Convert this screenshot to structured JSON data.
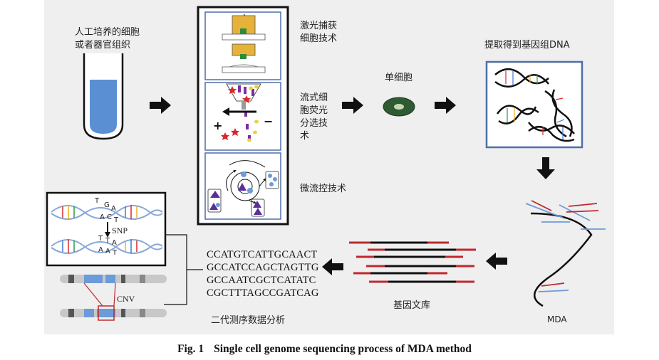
{
  "stage1": {
    "label_line1": "人工培养的细胞",
    "label_line2": "或者器官组织"
  },
  "methods": {
    "laser_line1": "激光捕获",
    "laser_line2": "细胞技术",
    "flow_line1": "流式细",
    "flow_line2": "胞荧光",
    "flow_line3": "分选技",
    "flow_line4": "术",
    "micro": "微流控技术"
  },
  "single_cell": {
    "label": "单细胞"
  },
  "dna": {
    "label": "提取得到基因组DNA"
  },
  "mda": {
    "label": "MDA"
  },
  "library": {
    "label": "基因文库"
  },
  "sequencing": {
    "reads": [
      "CCATGTCATTGCAACT",
      "GCCATCCAGCTAGTTG",
      "GCCAATCGCTCATATC",
      "CGCTTTAGCCGATCAG"
    ],
    "label": "二代测序数据分析"
  },
  "variants": {
    "snp": "SNP",
    "cnv": "CNV",
    "top_letters": [
      "T",
      "G",
      "A",
      "A",
      "C",
      "T"
    ],
    "bottom_letters": [
      "T",
      "T",
      "A",
      "A",
      "A",
      "T"
    ]
  },
  "caption": {
    "fig": "Fig. 1",
    "title": "Single cell genome sequencing process of MDA method"
  },
  "colors": {
    "tube_liquid": "#5b8fd4",
    "cell": "#2f5a32",
    "panel_border": "#4f6fa8",
    "read_red": "#c0282d",
    "strand_blue": "#6b9bd8"
  }
}
